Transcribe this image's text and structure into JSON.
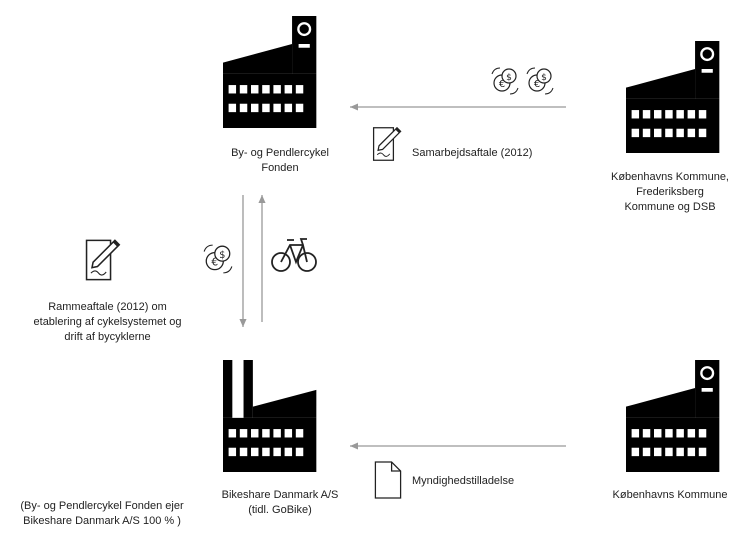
{
  "colors": {
    "building_primary": "#2e8fb3",
    "building_secondary": "#999999",
    "arrow": "#999999",
    "icon_line": "#222222"
  },
  "nodes": {
    "fonden": {
      "label": "By- og Pendlercykel\nFonden",
      "icon": "town-hall-building-icon"
    },
    "kommuner_dsb": {
      "label": "Københavns Kommune,\nFrederiksberg\nKommune og DSB",
      "icon": "town-hall-building-icon"
    },
    "bikeshare": {
      "label": "Bikeshare Danmark A/S\n(tidl. GoBike)",
      "icon": "factory-building-icon"
    },
    "kobenhavns_kommune": {
      "label": "Københavns Kommune",
      "icon": "town-hall-building-icon"
    }
  },
  "relations": {
    "samarbejdsaftale": {
      "label": "Samarbejdsaftale (2012)",
      "icon": "signed-document-icon"
    },
    "rammeaftale": {
      "label": "Rammeaftale (2012) om\netablering af cykelsystemet og\ndrift af bycyklerne",
      "icon": "signed-document-icon"
    },
    "myndighedstilladelse": {
      "label": "Myndighedstilladelse",
      "icon": "document-icon"
    }
  },
  "flows": {
    "money_top": "money-exchange-icon",
    "money_middle": "money-exchange-icon",
    "bicycle": "bicycle-icon"
  },
  "note": "(By- og Pendlercykel Fonden ejer\nBikeshare Danmark A/S 100 % )"
}
